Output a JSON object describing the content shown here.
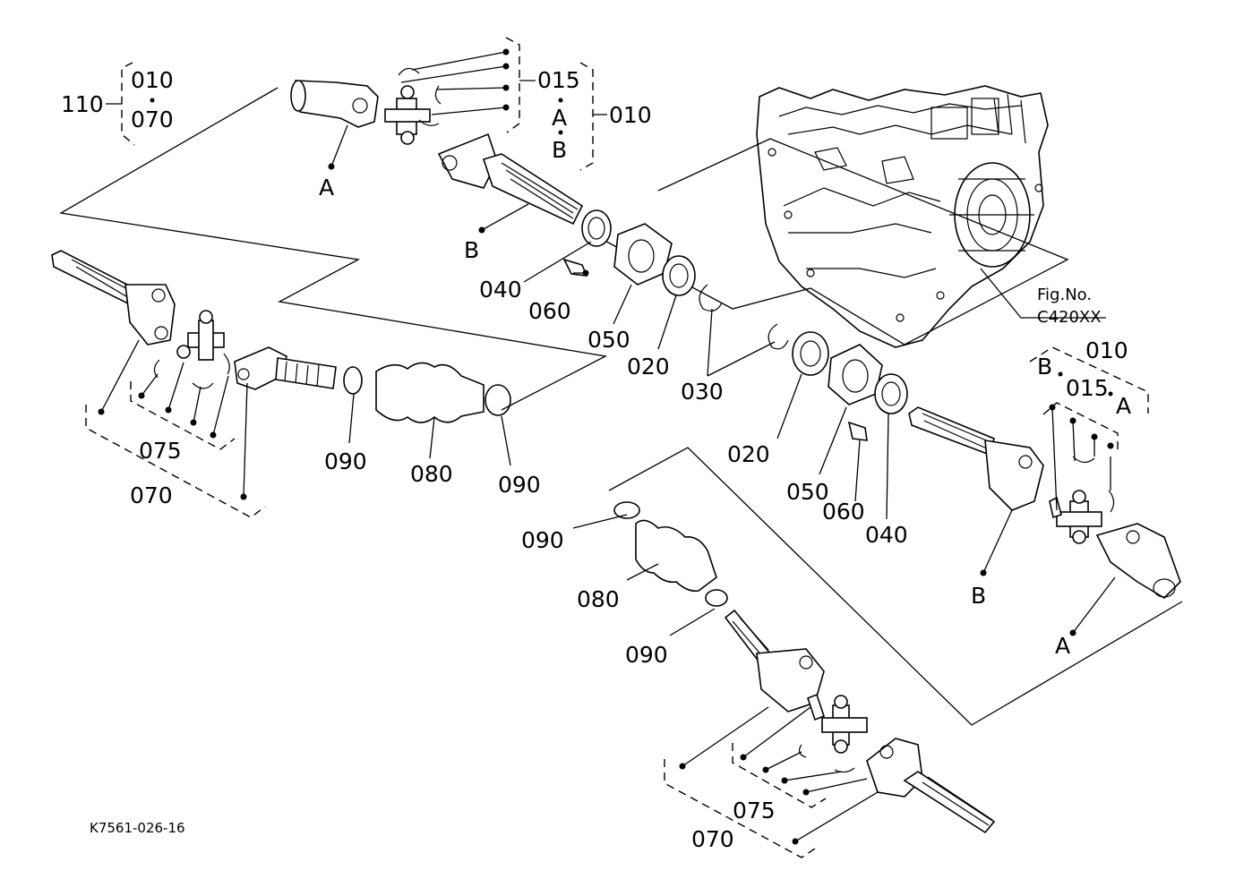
{
  "diagram": {
    "drawing_code": "K7561-026-16",
    "fig_ref": {
      "line1": "Fig.No.",
      "line2": "C420XX"
    },
    "labels": {
      "p110": "110",
      "top_010": "010",
      "top_070": "070",
      "top_015": "015",
      "top_A": "A",
      "top_B": "B",
      "top_010b": "010",
      "A_top": "A",
      "B_top": "B",
      "p040a": "040",
      "p060a": "060",
      "p050a": "050",
      "p020a": "020",
      "p030": "030",
      "p075a": "075",
      "p070a": "070",
      "p090a": "090",
      "p080a": "080",
      "p090b": "090",
      "p020b": "020",
      "p050b": "050",
      "p060b": "060",
      "p040b": "040",
      "r_010": "010",
      "r_B": "B",
      "r_015": "015",
      "r_A": "A",
      "B_right": "B",
      "A_right": "A",
      "p090c": "090",
      "p080b": "080",
      "p090d": "090",
      "p075b": "075",
      "p070b": "070"
    }
  }
}
